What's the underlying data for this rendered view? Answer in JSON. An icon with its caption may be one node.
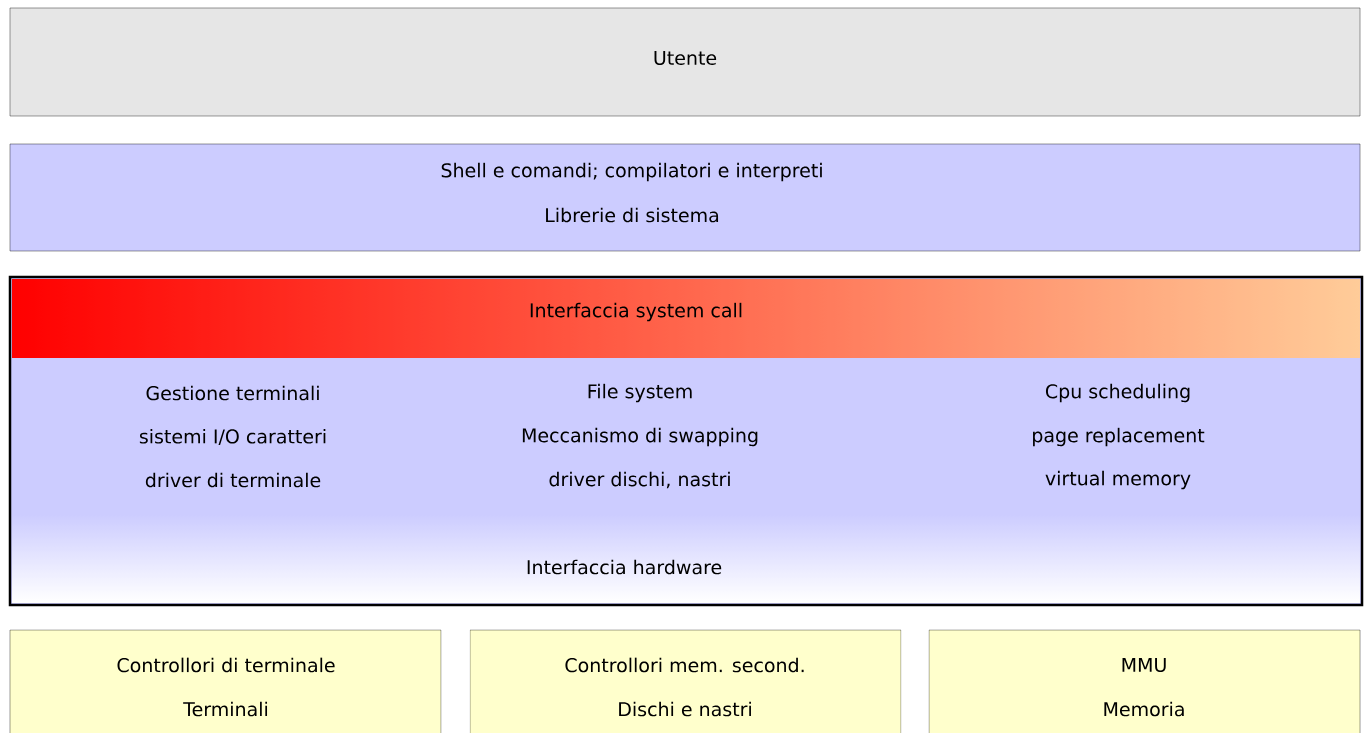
{
  "diagram": {
    "nodes": [
      {
        "text": [
          "Utente"
        ]
      },
      {
        "text": [
          "Shell e comandi; compilatori e interpreti",
          "Librerie di sistema"
        ]
      },
      {
        "text": [
          "Gestione terminali",
          "sistemi I/O caratteri",
          "driver di terminale",
          "File system",
          "Meccanismo di swapping",
          "driver dischi, nastri",
          "Cpu scheduling",
          "page replacement",
          "virtual memory"
        ]
      },
      {
        "text": [
          "Interfaccia system call"
        ],
        "in": 2
      },
      {
        "text": [
          "Interfaccia hardware"
        ],
        "in": 2
      },
      {
        "text": [
          "Controllori di terminale",
          "Terminali"
        ]
      },
      {
        "text": [
          "Controllori mem. second.",
          "Dischi e nastri"
        ]
      },
      {
        "text": [
          "MMU",
          "Memoria"
        ]
      }
    ]
  }
}
